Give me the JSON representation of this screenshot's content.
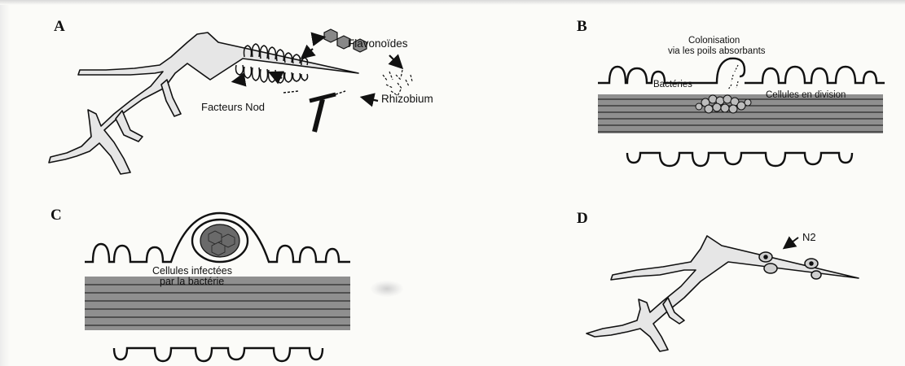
{
  "panels": {
    "a": {
      "letter": "A",
      "labels": {
        "flavonoides": "Flavonoïdes",
        "rhizobium": "Rhizobium",
        "facteurs_nod": "Facteurs Nod"
      }
    },
    "b": {
      "letter": "B",
      "labels": {
        "colonisation_line1": "Colonisation",
        "colonisation_line2": "via les poils absorbants",
        "bacteries": "Bactéries",
        "cellules_division": "Cellules en division"
      }
    },
    "c": {
      "letter": "C",
      "labels": {
        "cellules_infectees_line1": "Cellules infectées",
        "cellules_infectees_line2": "par la bactérie"
      }
    },
    "d": {
      "letter": "D",
      "labels": {
        "n2": "N2"
      }
    }
  },
  "colors": {
    "ink": "#111111",
    "root_fill": "#e6e6e6",
    "tissue_band": "#8f8f8f"
  },
  "icons": [
    "flavonoid-molecule-icon",
    "arrow-icon",
    "rhizobium-bacteria-icon",
    "nod-factor-icon",
    "nodule-icon"
  ]
}
